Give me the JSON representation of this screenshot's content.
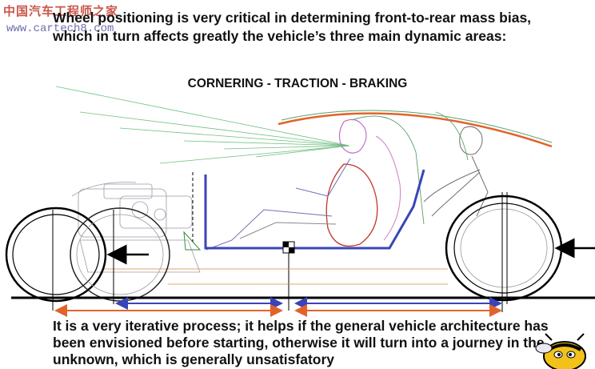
{
  "watermark": {
    "site_name": "中国汽车工程师之家",
    "url": "www.cartech8.com"
  },
  "intro_text": "Wheel positioning is very critical in determining front-to-rear mass bias, which in turn affects greatly the vehicle’s three main dynamic areas:",
  "heading": "CORNERING - TRACTION - BRAKING",
  "outro_text": "It is a very iterative process; it helps if the general vehicle architecture has been envisioned before starting, otherwise it will turn into a journey in the unknown, which is generally unsatisfatory",
  "colors": {
    "chassis": "#3a44b8",
    "orange_arrow": "#e2632a",
    "blue_arrow": "#3a44b8",
    "roofline": "#e2632a"
  },
  "icons": {
    "mascot": "yellow-jacket-mascot-icon"
  }
}
